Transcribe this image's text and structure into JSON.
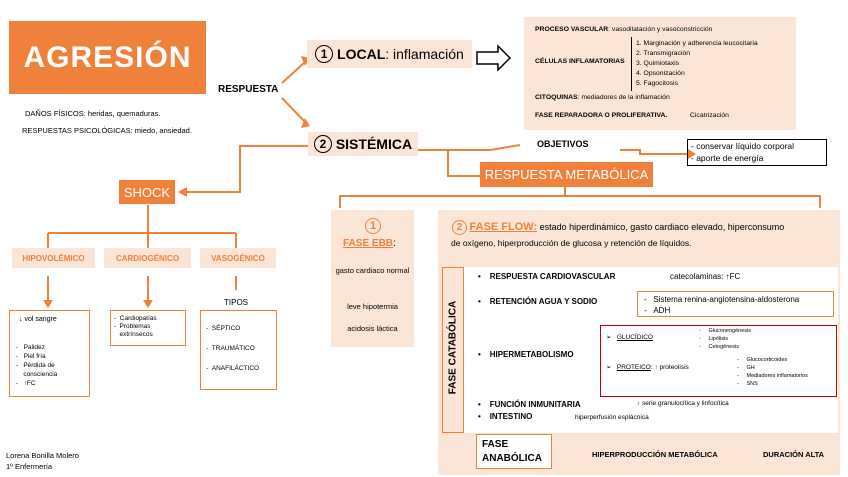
{
  "title": "AGRESIÓN",
  "danos": "DAÑOS FÍSICOS: heridas, quemaduras.",
  "respuestas_psico": "RESPUESTAS PSICOLÓGICAS: miedo, ansiedad.",
  "respuesta": "RESPUESTA",
  "local": {
    "num": "1",
    "label_bold": "LOCAL",
    "label_rest": ": inflamación"
  },
  "sistemica": {
    "num": "2",
    "label": "SISTÉMICA"
  },
  "local_detail": {
    "proceso": "PROCESO VASCULAR: vasodilatación y vasoconstricción",
    "celulas_label": "CÉLULAS INFLAMATORIAS",
    "celulas_items": [
      "1. Marginación y adherencia leucocitaria",
      "2. Transmigración",
      "3. Quimiotaxis",
      "4. Opsonización",
      "5. Fagocitosis"
    ],
    "citoquinas": "CITOQUINAS: mediadores de la inflamación",
    "fase_rep": "FASE REPARADORA O PROLIFERATIVA.",
    "cicatrizacion": "Cicatrización"
  },
  "objetivos": "OBJETIVOS",
  "objetivos_items": [
    "- conservar líquido corporal",
    "- aporte de energía"
  ],
  "respuesta_metabolica": "RESPUESTA METABÓLICA",
  "shock": "SHOCK",
  "shock_types": [
    "HIPOVOLÉMICO",
    "CARDIOGÉNICO",
    "VASOGÉNICO"
  ],
  "hipo": {
    "title": "↓ vol sangre",
    "items": [
      "Palidez",
      "Piel fría",
      "Pérdida de consciencia",
      "↑FC"
    ]
  },
  "cardio": {
    "items": [
      "Cardiopatías",
      "Problemas extrínsecos"
    ]
  },
  "tipos": "TIPOS",
  "vaso_items": [
    "SÉPTICO",
    "TRAUMÁTICO",
    "ANAFILÁCTICO"
  ],
  "ebb": {
    "num": "1",
    "title": "FASE EBB",
    "colon": ":",
    "items": [
      "gasto cardiaco normal",
      "leve hipotermia",
      "acidosis láctica"
    ]
  },
  "flow": {
    "num": "2",
    "title": "FASE FLOW:",
    "desc1": " estado hiperdinámico, gasto cardiaco elevado, hiperconsumo",
    "desc2": "de oxígeno,  hiperproducción de glucosa y retención de líquidos."
  },
  "fase_catabolica": "FASE CATABÓLICA",
  "cat_items": {
    "cardio": "RESPUESTA CARDIOVASCULAR",
    "cardio_res": "catecolaminas: ↑FC",
    "retencion": "RETENCIÓN AGUA Y SODIO",
    "retencion_res": [
      "Sistema renina-angiotensina-aldosterona",
      "ADH"
    ],
    "hipermetabolismo": "HIPERMETABOLISMO",
    "glucidico": "GLUCÍDICO",
    "glucidico_items": [
      "Gluconeogénesis",
      "Lipólisis",
      "Cetogénesis"
    ],
    "proteico": "PROTEICO",
    "proteico_rest": ": ↑ proteolisis",
    "proteico_items": [
      "Glucocorticoides",
      "GH",
      "Mediadores inflamatorios",
      "SNS"
    ],
    "funcion": "FUNCIÓN INMUNITARIA",
    "funcion_res": "↑ serie granulocítica y linfocítica",
    "intestino": "INTESTINO",
    "intestino_res": "hiperperfusión esplácnica"
  },
  "anabolica": {
    "title1": "FASE",
    "title2": "ANABÓLICA",
    "r1": "HIPERPRODUCCIÓN METABÓLICA",
    "r2": "DURACIÓN ALTA"
  },
  "author": "Lorena Bonilla Molero",
  "course": "1º Enfermería",
  "colors": {
    "orange": "#f0813a",
    "peach": "#fbe5d6",
    "dark_red": "#c00000"
  }
}
